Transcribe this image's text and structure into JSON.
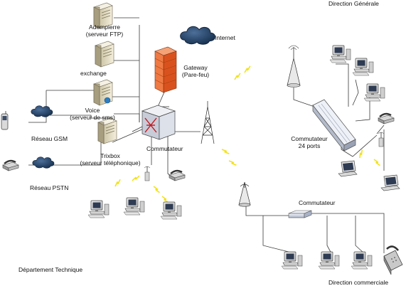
{
  "labels": {
    "direction_generale": "Direction Générale",
    "adempierre": "Adempierre",
    "adempierre_sub": "(serveur FTP)",
    "exchange": "exchange",
    "internet": "Internet",
    "gateway": "Gateway",
    "gateway_sub": "(Pare-feu)",
    "voice": "Voice",
    "voice_sub": "(serveur de sms)",
    "reseau_gsm": "Réseau GSM",
    "trixbox": "Trixbox",
    "trixbox_sub": "(serveur téléphonique)",
    "commutateur_central": "Commutateur",
    "commutateur_24": "Commutateur",
    "commutateur_24_sub": "24 ports",
    "commutateur_commercial": "Commutateur",
    "reseau_pstn": "Réseau PSTN",
    "departement_technique": "Département Technique",
    "direction_commerciale": "Direction commerciale"
  },
  "colors": {
    "cloud": "#1f3a60",
    "firewall": "#e8632a",
    "link": "#3a3a3a",
    "wireless": "#f2e21a",
    "server": "#e6dfc8"
  },
  "icons": [
    "server-icon",
    "cloud-icon",
    "firewall-icon",
    "router-icon",
    "antenna-tower-icon",
    "access-point-icon",
    "switch-icon",
    "computer-icon",
    "laptop-icon",
    "phone-icon",
    "mobile-phone-icon"
  ]
}
